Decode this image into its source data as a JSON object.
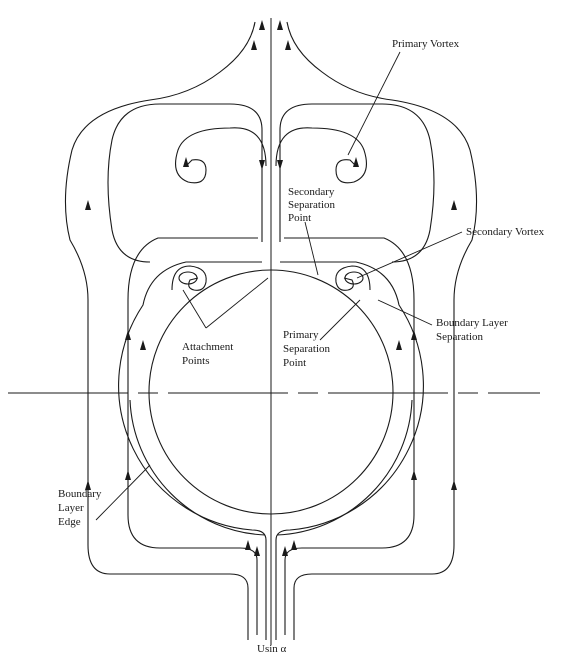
{
  "labels": {
    "primary_vortex": "Primary Vortex",
    "secondary_separation_point": [
      "Secondary",
      "Separation",
      "Point"
    ],
    "secondary_vortex": "Secondary Vortex",
    "boundary_layer_separation": [
      "Boundary Layer",
      "Separation"
    ],
    "attachment_points": [
      "Attachment",
      "Points"
    ],
    "primary_separation_point": [
      "Primary",
      "Separation",
      "Point"
    ],
    "boundary_layer_edge": [
      "Boundary",
      "Layer",
      "Edge"
    ],
    "freestream": "Usin α"
  }
}
